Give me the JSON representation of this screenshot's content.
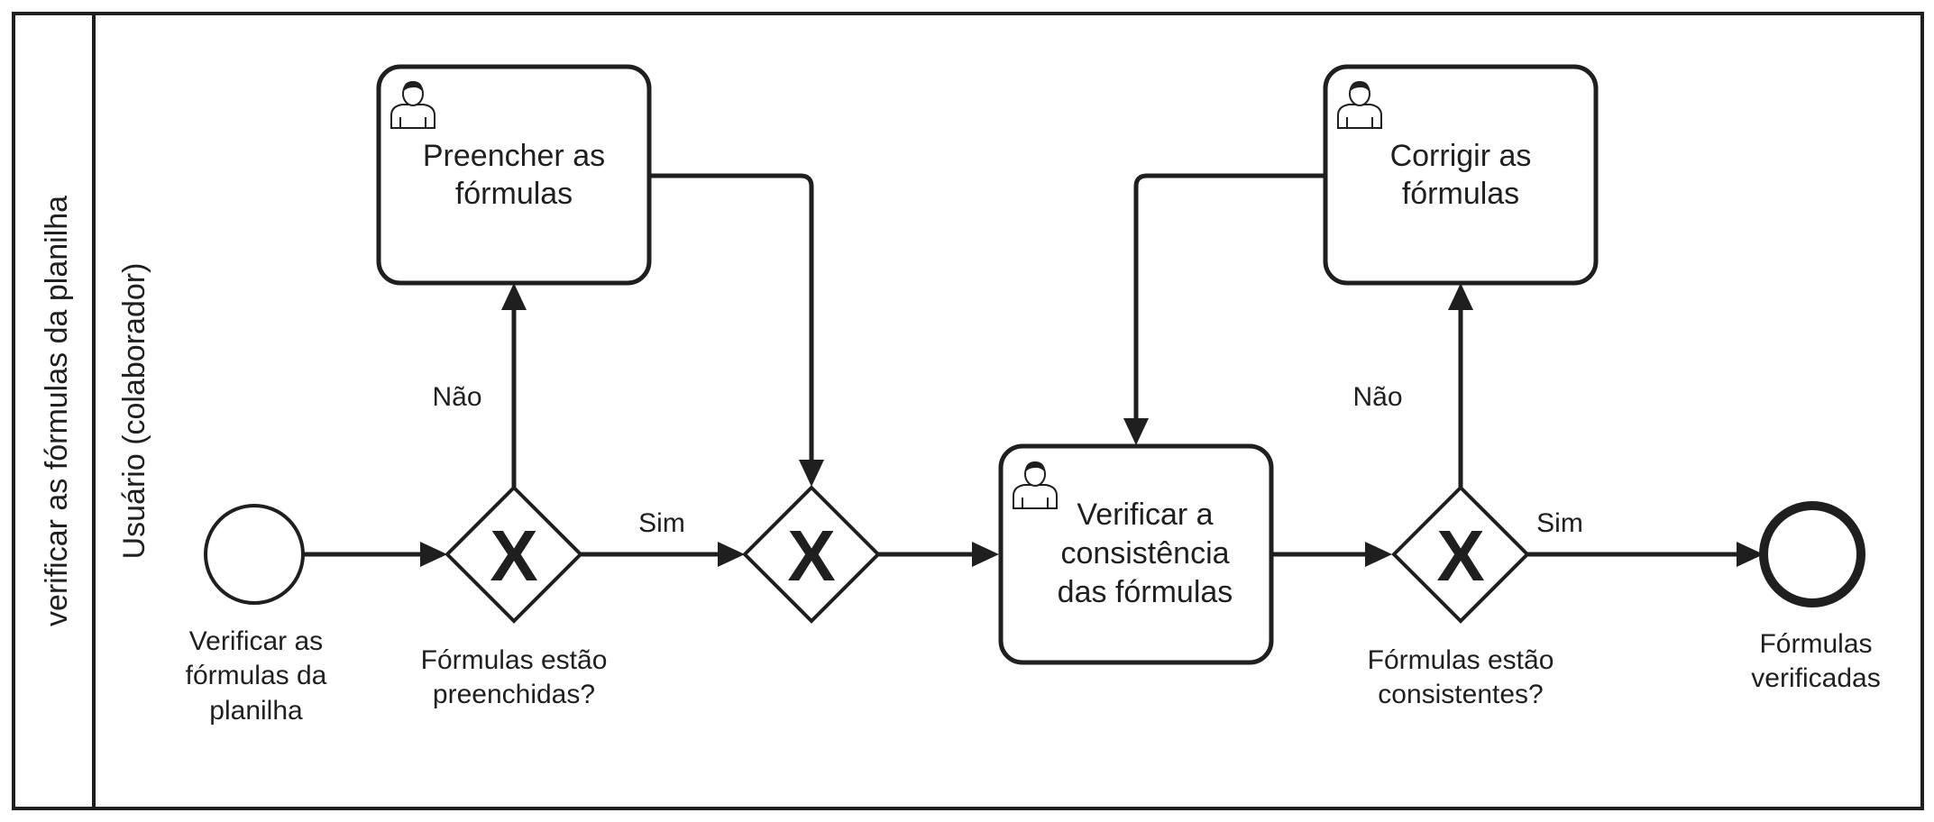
{
  "pool": {
    "title": "verificar as fórmulas da planilha",
    "lane_title": "Usuário (colaborador)"
  },
  "events": {
    "start_label": [
      "Verificar as",
      "fórmulas da",
      "planilha"
    ],
    "end_label": [
      "Fórmulas",
      "verificadas"
    ]
  },
  "tasks": {
    "fill": [
      "Preencher as",
      "fórmulas"
    ],
    "verify": [
      "Verificar a",
      "consistência",
      "das fórmulas"
    ],
    "fix": [
      "Corrigir as",
      "fórmulas"
    ]
  },
  "gateways": {
    "marker": "X",
    "filled_label": [
      "Fórmulas estão",
      "preenchidas?"
    ],
    "consistent_label": [
      "Fórmulas estão",
      "consistentes?"
    ]
  },
  "flows": {
    "no_1": "Não",
    "yes_1": "Sim",
    "no_2": "Não",
    "yes_2": "Sim"
  },
  "icons": {
    "task_type": "user-task-icon"
  },
  "colors": {
    "stroke": "#1f1f1f",
    "background": "#ffffff"
  }
}
